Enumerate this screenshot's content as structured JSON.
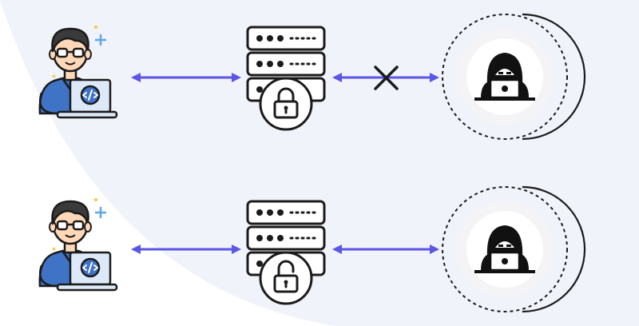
{
  "colors": {
    "background": "#ffffff",
    "backdrop": "#f1f3fb",
    "arrow": "#5a56e6",
    "outline": "#1b1b1b",
    "shirt": "#3f73c6",
    "skin": "#ffd8b8",
    "hair": "#3a3a3a",
    "laptop": "#dde9f8",
    "code_badge": "#3f73c6",
    "server_body": "#ffffff",
    "hacker": "#111111",
    "sparkle_blue": "#5aa7ea",
    "sparkle_yellow": "#f6c543",
    "sparkle_green": "#58c27d",
    "sparkle_red": "#ef6a6a"
  },
  "icons": {
    "developer": "developer-with-laptop-icon",
    "server": "server-rack-icon",
    "lock_closed": "lock-closed-icon",
    "lock_open": "lock-open-icon",
    "hacker": "hooded-hacker-icon",
    "blocked": "x-mark-icon",
    "connection": "double-arrow-icon"
  },
  "scenarios": [
    {
      "id": "secured",
      "lock": "closed",
      "attacker_blocked": true
    },
    {
      "id": "unsecured",
      "lock": "open",
      "attacker_blocked": false
    }
  ]
}
